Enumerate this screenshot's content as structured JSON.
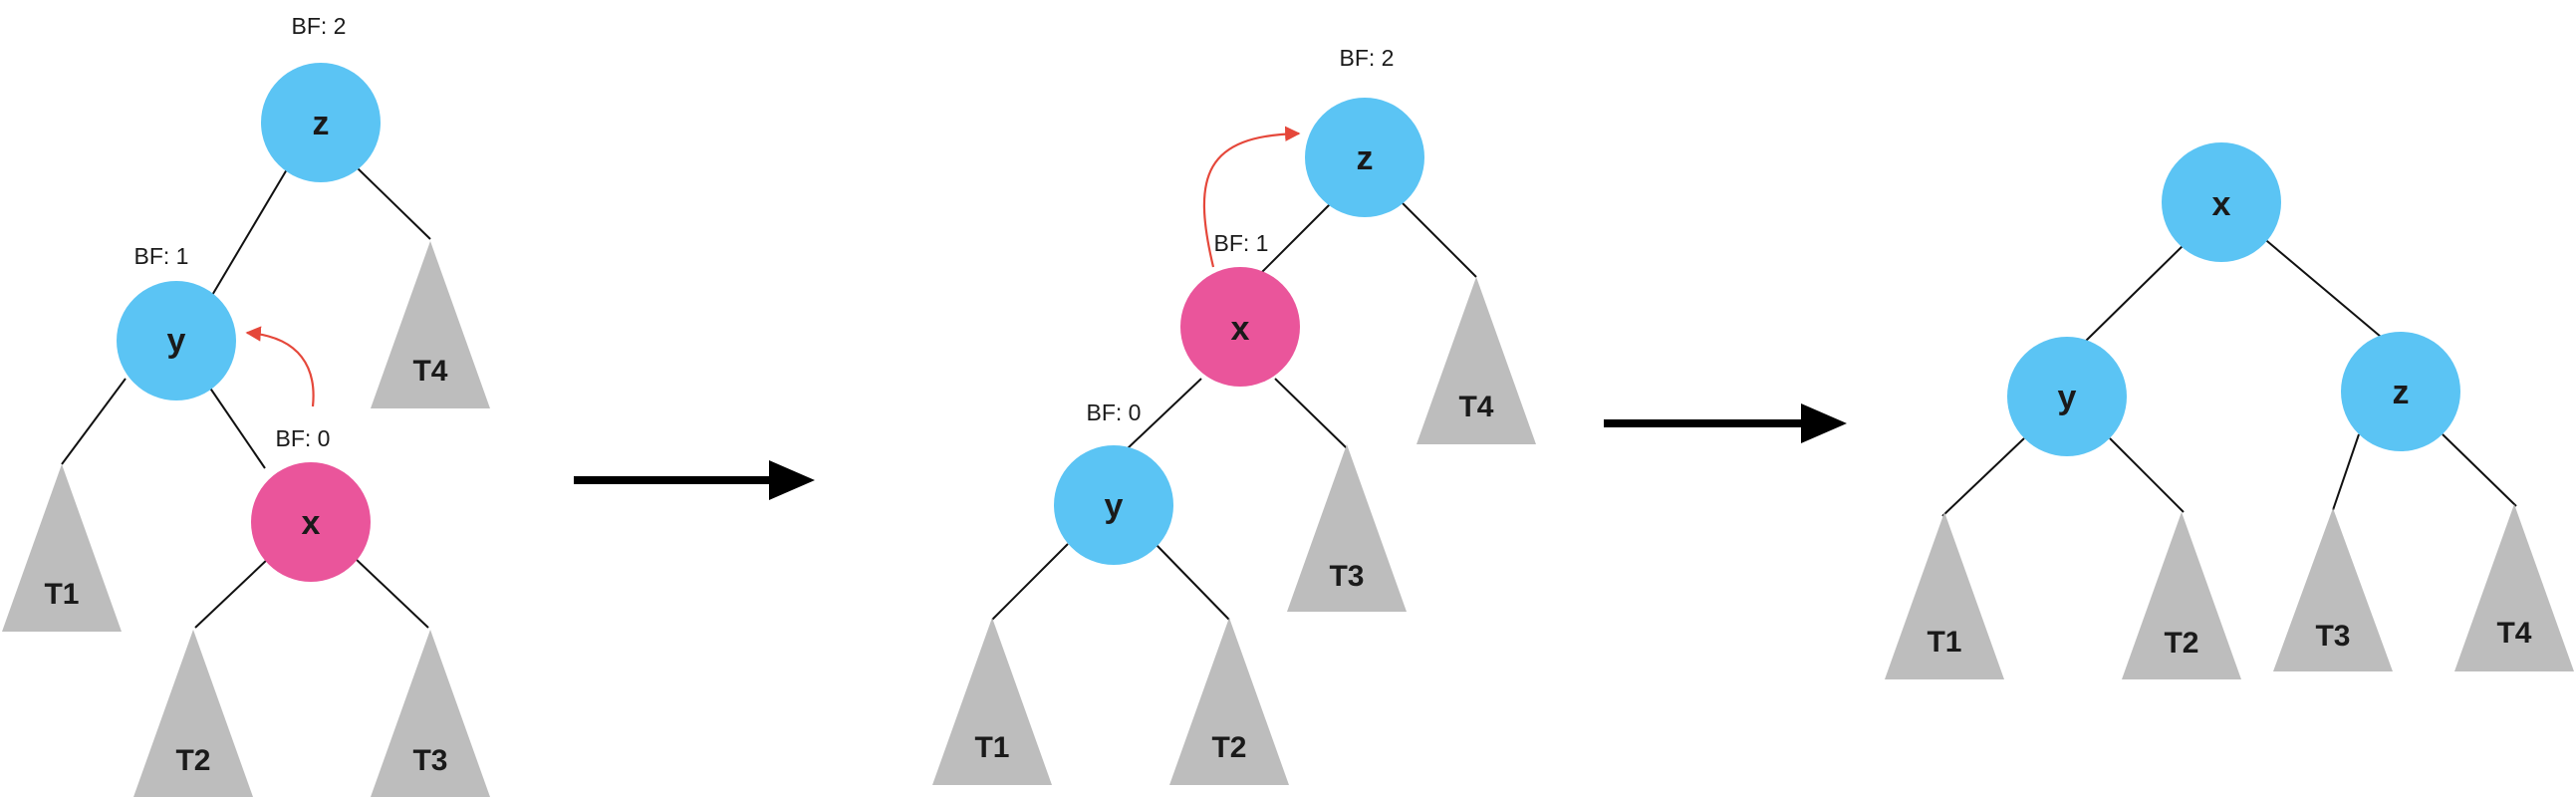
{
  "colors": {
    "node_blue": "#5bc4f4",
    "node_pink": "#ea559b",
    "subtree_gray": "#bdbdbd",
    "curve_red": "#e5473a",
    "arrow_black": "#000000"
  },
  "diagrams": [
    {
      "nodes": [
        {
          "label": "z",
          "bf": "BF: 2"
        },
        {
          "label": "y",
          "bf": "BF: 1"
        },
        {
          "label": "x",
          "bf": "BF: 0"
        }
      ],
      "subtrees": [
        "T4",
        "T1",
        "T2",
        "T3"
      ]
    },
    {
      "nodes": [
        {
          "label": "z",
          "bf": "BF: 2"
        },
        {
          "label": "x",
          "bf": "BF: 1"
        },
        {
          "label": "y",
          "bf": "BF: 0"
        }
      ],
      "subtrees": [
        "T4",
        "T3",
        "T1",
        "T2"
      ]
    },
    {
      "nodes": [
        {
          "label": "x"
        },
        {
          "label": "y"
        },
        {
          "label": "z"
        }
      ],
      "subtrees": [
        "T1",
        "T2",
        "T3",
        "T4"
      ]
    }
  ]
}
